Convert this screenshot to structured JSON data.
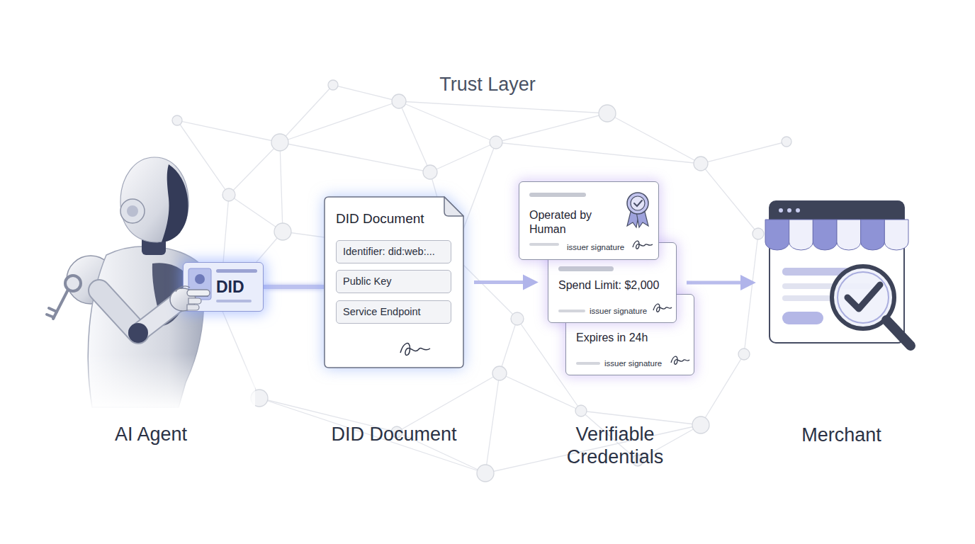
{
  "diagram": {
    "title": "Trust Layer",
    "nodes": [
      {
        "text": [
          "DID"
        ]
      },
      {
        "text": [
          "DID Document"
        ]
      },
      {
        "text": [
          "Identifier: did:web:..."
        ],
        "in": 1
      },
      {
        "text": [
          "Public Key"
        ],
        "in": 1
      },
      {
        "text": [
          "Service Endpoint"
        ],
        "in": 1
      },
      {
        "text": [
          "Operated by Human",
          "issuer signature"
        ]
      },
      {
        "text": [
          "Spend Limit: $2,000",
          "issuer signature"
        ]
      },
      {
        "text": [
          "Expires in 24h",
          "issuer signature"
        ]
      },
      {
        "text": [
          "Merchant"
        ]
      }
    ],
    "edges": [
      {
        "from": 0,
        "to": 1,
        "arrow": "none"
      },
      {
        "from": 1,
        "to": 6,
        "arrow": "to"
      },
      {
        "from": 6,
        "to": 8,
        "arrow": "to"
      }
    ],
    "labels": [
      "AI Agent",
      "DID Document",
      "Verifiable Credentials"
    ]
  }
}
